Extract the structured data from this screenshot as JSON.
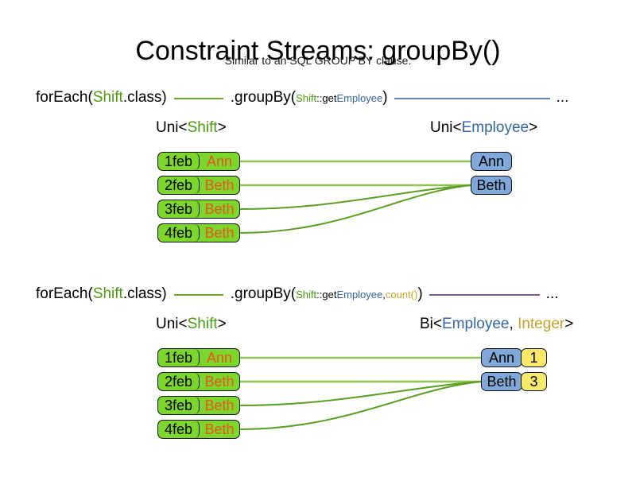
{
  "header": {
    "title": "Constraint Streams: groupBy()",
    "subtitle": "Similar to an SQL GROUP BY clause."
  },
  "colors": {
    "green_fact": "#7dd62b",
    "green_token": "#4a9b0f",
    "green_line": "#6aa832",
    "blue_fact": "#80a9db",
    "blue_token": "#3465a4",
    "blue_line": "#5d82b8",
    "gold_fact": "#fae96a",
    "gold_token": "#c9a227",
    "purple_line": "#7b5a8c",
    "orange_text": "#e8541e",
    "border": "#111111",
    "background": "#ffffff"
  },
  "sections": [
    {
      "code": {
        "for_each_open": "forEach(",
        "for_each_type": "Shift",
        "for_each_close": ".class)",
        "group_by_open": ".groupBy(",
        "mapper_type": "Shift",
        "mapper_sep": "::get",
        "mapper_prop": "Employee",
        "group_by_close": ")",
        "ellipsis": "..."
      },
      "left_type": {
        "prefix": "Uni<",
        "generic": "Shift",
        "suffix": ">"
      },
      "right_type": {
        "prefix": "Uni<",
        "generic_a": "Employee",
        "suffix": ">"
      },
      "left_facts": [
        {
          "date": "1feb",
          "name": "Ann"
        },
        {
          "date": "2feb",
          "name": "Beth"
        },
        {
          "date": "3feb",
          "name": "Beth"
        },
        {
          "date": "4feb",
          "name": "Beth"
        }
      ],
      "right_facts": [
        {
          "name": "Ann"
        },
        {
          "name": "Beth"
        }
      ]
    },
    {
      "code": {
        "for_each_open": "forEach(",
        "for_each_type": "Shift",
        "for_each_close": ".class)",
        "group_by_open": ".groupBy(",
        "mapper_type": "Shift",
        "mapper_sep": "::get",
        "mapper_prop": "Employee",
        "collector_sep": ", ",
        "collector": "count()",
        "group_by_close": ")",
        "ellipsis": "..."
      },
      "left_type": {
        "prefix": "Uni<",
        "generic": "Shift",
        "suffix": ">"
      },
      "right_type": {
        "prefix": "Bi<",
        "generic_a": "Employee",
        "sep": ", ",
        "generic_b": "Integer",
        "suffix": ">"
      },
      "left_facts": [
        {
          "date": "1feb",
          "name": "Ann"
        },
        {
          "date": "2feb",
          "name": "Beth"
        },
        {
          "date": "3feb",
          "name": "Beth"
        },
        {
          "date": "4feb",
          "name": "Beth"
        }
      ],
      "right_facts": [
        {
          "name": "Ann",
          "count": "1"
        },
        {
          "name": "Beth",
          "count": "3"
        }
      ]
    }
  ]
}
